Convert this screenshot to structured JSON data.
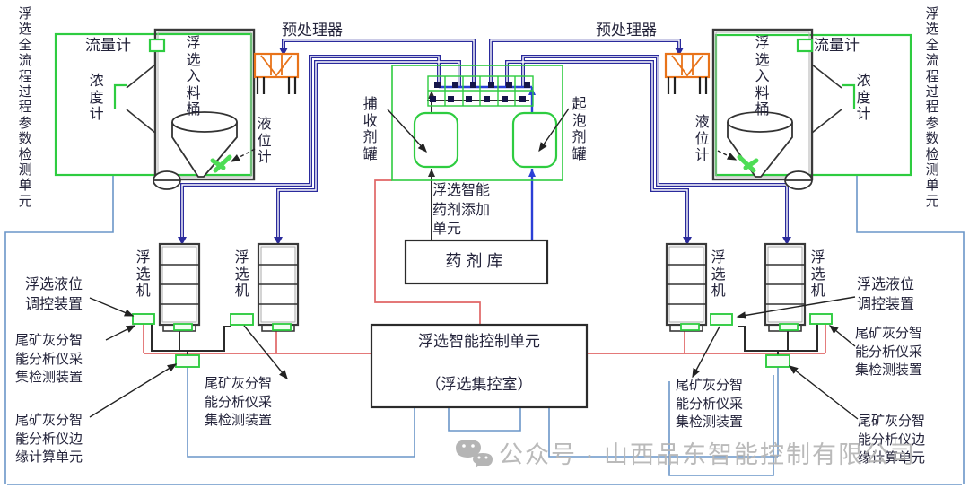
{
  "labels": {
    "param_unit": "浮选全流程过程参数检测单元",
    "flow_meter": "流量计",
    "density_meter": "浓度计",
    "feed_tank": "浮选入料桶",
    "level_meter": "液位计",
    "preprocessor": "预处理器",
    "collector_tank": "捕收剂罐",
    "frother_tank": "起泡剂罐",
    "reagent_add_unit": "浮选智能药剂添加单元",
    "reagent_storage": "药剂库",
    "control_unit_name": "浮选智能控制单元",
    "control_unit_room": "（浮选集控室）",
    "flotation_machine": "浮选机",
    "level_control_device": "浮选液位调控装置",
    "ash_analyzer_collect": "尾矿灰分智能分析仪采集检测装置",
    "ash_analyzer_edge": "尾矿灰分智能分析仪边缘计算单元"
  },
  "watermark": {
    "icon": "wechat-icon",
    "text": "公众号 · 山西品东智能控制有限公司"
  },
  "colors": {
    "detection_green": "#2ecc40",
    "pipe_navy": "#2a2a9c",
    "reagent_blue": "#2b3fd6",
    "signal_blue": "#6a96c8",
    "signal_red": "#e06666",
    "preprocessor_orange": "#e8731a",
    "line_black": "#2b2b2b",
    "watermark_gray": "#b5b5b5",
    "background": "#ffffff"
  }
}
